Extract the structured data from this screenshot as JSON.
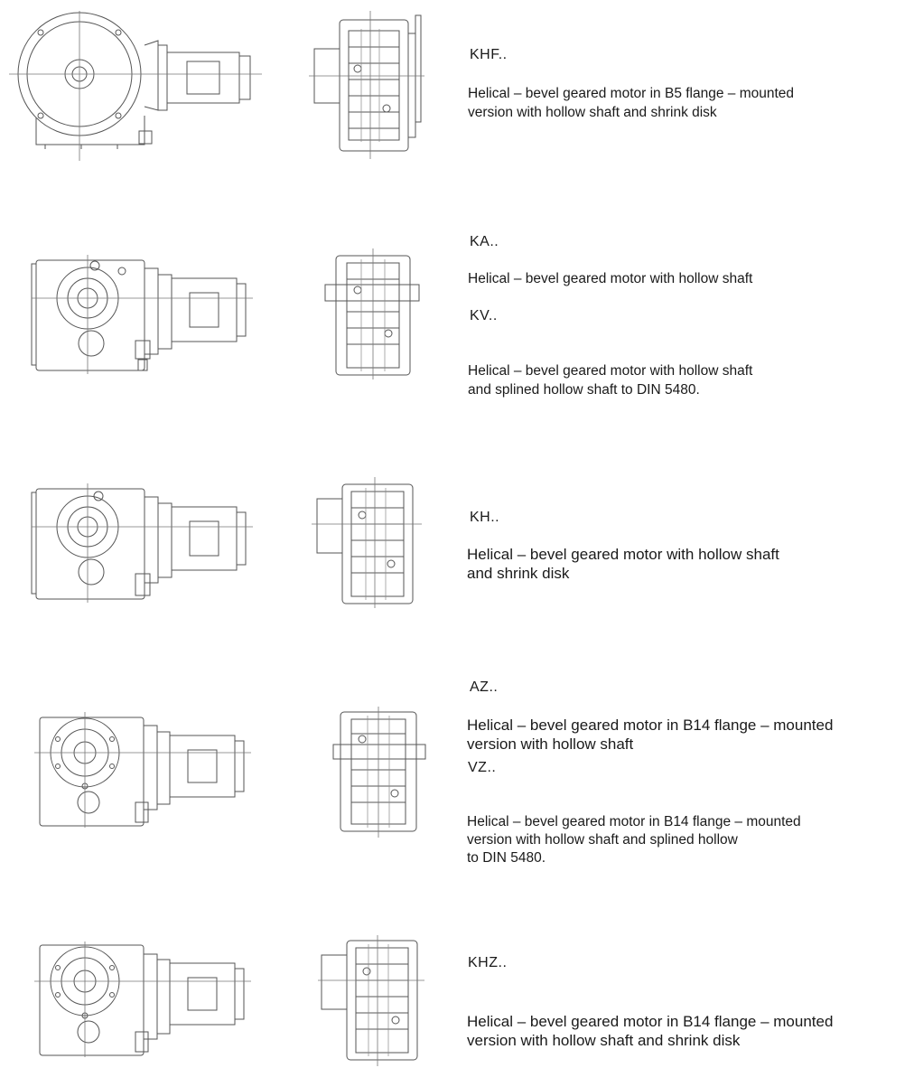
{
  "products": [
    {
      "code": "KHF..",
      "description": [
        "Helical – bevel geared motor in B5 flange – mounted",
        "version with hollow shaft and shrink disk"
      ]
    },
    {
      "code": "KA..",
      "description": [
        "Helical – bevel geared motor with hollow shaft"
      ],
      "code2": "KV..",
      "description2": [
        "Helical – bevel geared motor with hollow shaft",
        "and splined hollow shaft to DIN 5480."
      ]
    },
    {
      "code": "KH..",
      "description": [
        "Helical – bevel geared motor with hollow shaft",
        "and shrink disk"
      ]
    },
    {
      "code": "AZ..",
      "description": [
        "Helical – bevel geared motor in B14 flange – mounted",
        "version with hollow shaft"
      ],
      "code2": "VZ..",
      "description2": [
        "Helical – bevel geared motor in B14 flange – mounted",
        "version with hollow shaft and splined hollow",
        "to DIN 5480."
      ]
    },
    {
      "code": "KHZ..",
      "description": [
        "Helical – bevel geared motor in B14 flange – mounted",
        "version with hollow shaft and shrink disk"
      ]
    }
  ]
}
